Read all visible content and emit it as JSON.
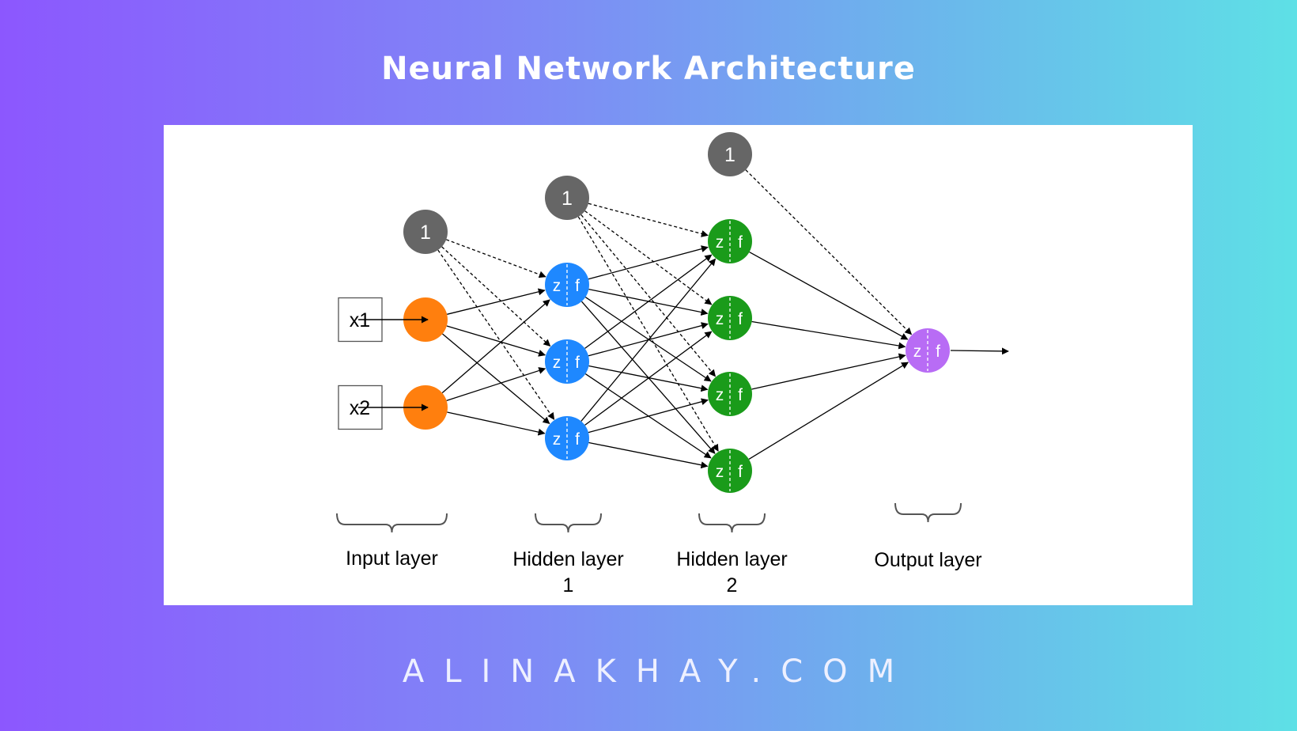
{
  "title": "Neural Network Architecture",
  "footer": "ALINAKHAY.COM",
  "diagram": {
    "inputs": [
      "x1",
      "x2"
    ],
    "bias_label": "1",
    "neuron_labels": {
      "z": "z",
      "f": "f"
    },
    "layers": [
      {
        "id": "input",
        "label_lines": [
          "Input layer"
        ],
        "neurons": 2,
        "color": "#ff7f0e"
      },
      {
        "id": "hidden1",
        "label_lines": [
          "Hidden layer",
          "1"
        ],
        "neurons": 3,
        "color": "#1e88ff"
      },
      {
        "id": "hidden2",
        "label_lines": [
          "Hidden layer",
          "2"
        ],
        "neurons": 4,
        "color": "#1a9b1a"
      },
      {
        "id": "output",
        "label_lines": [
          "Output layer"
        ],
        "neurons": 1,
        "color": "#b86cf5"
      }
    ],
    "bias_color": "#666666"
  }
}
